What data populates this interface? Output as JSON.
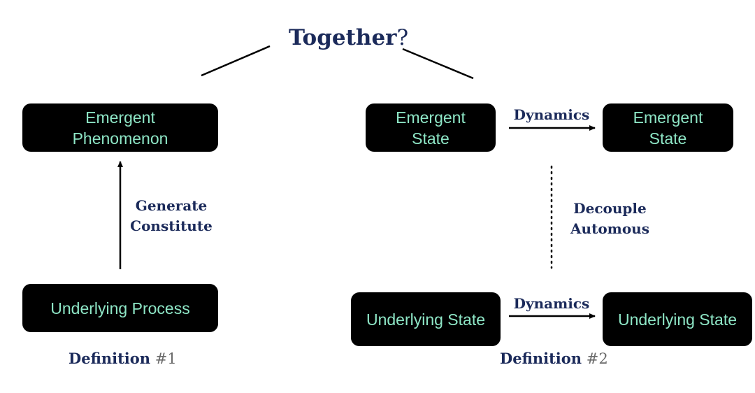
{
  "title": {
    "main": "Together",
    "mark": "?"
  },
  "definition1": {
    "top_node": "Emergent\nPhenomenon",
    "bottom_node": "Underlying Process",
    "relation_label_1": "Generate",
    "relation_label_2": "Constitute",
    "caption_word": "Definition",
    "caption_number": "#1"
  },
  "definition2": {
    "emergent_left": "Emergent\nState",
    "emergent_right": "Emergent\nState",
    "underlying_left": "Underlying State",
    "underlying_right": "Underlying State",
    "dynamics_top": "Dynamics",
    "dynamics_bottom": "Dynamics",
    "relation_label_1": "Decouple",
    "relation_label_2": "Automous",
    "caption_word": "Definition",
    "caption_number": "#2"
  },
  "colors": {
    "node_bg": "#000000",
    "node_text": "#8ee6c6",
    "label_text": "#1b2a5a"
  }
}
